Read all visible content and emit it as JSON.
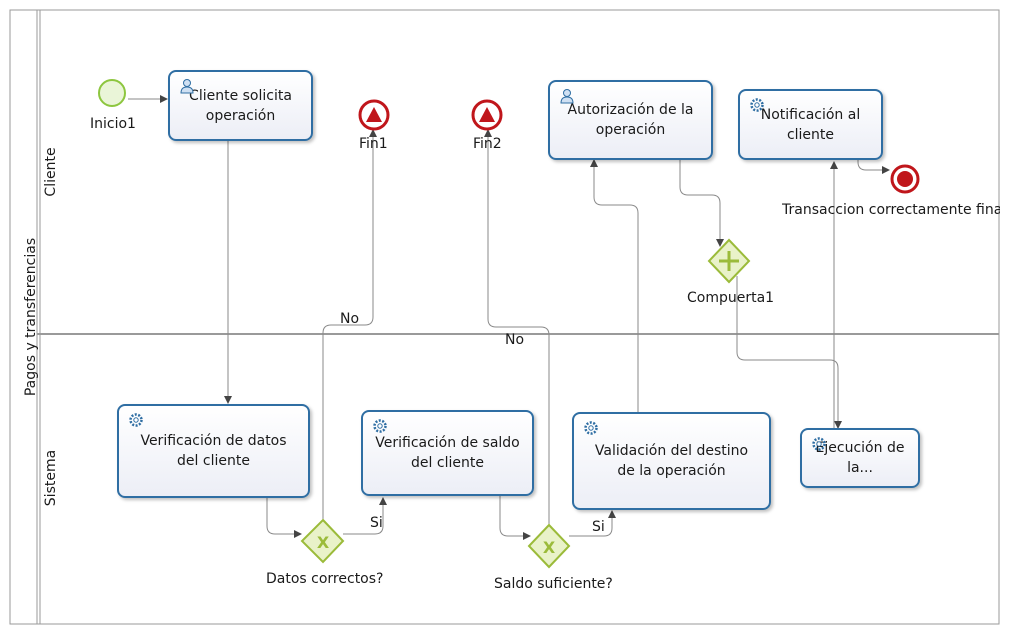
{
  "pool": {
    "title": "Pagos y transferencias"
  },
  "lanes": {
    "cliente": "Cliente",
    "sistema": "Sistema"
  },
  "events": {
    "start": "Inicio1",
    "end1": "Fin1",
    "end2": "Fin2",
    "end_ok": "Transaccion correctamente finaliz"
  },
  "tasks": {
    "cliente_solicita": "Cliente solicita operación",
    "autorizacion": "Autorización de la operación",
    "notificacion": "Notificación al cliente",
    "verif_datos": "Verificación de datos del cliente",
    "verif_saldo": "Verificación de saldo del cliente",
    "validacion": "Validación del destino de la operación",
    "ejecucion": "Ejecución de la..."
  },
  "gateways": {
    "datos": "Datos correctos?",
    "saldo": "Saldo suficiente?",
    "compuerta": "Compuerta1"
  },
  "flow_labels": {
    "no1": "No",
    "no2": "No",
    "si1": "Si",
    "si2": "Si"
  },
  "colors": {
    "task_border": "#2f6ea3",
    "start": "#8dc63f",
    "end_red": "#c0161b",
    "gateway": "#9bbb3a",
    "lines": "#8a8a8a"
  }
}
